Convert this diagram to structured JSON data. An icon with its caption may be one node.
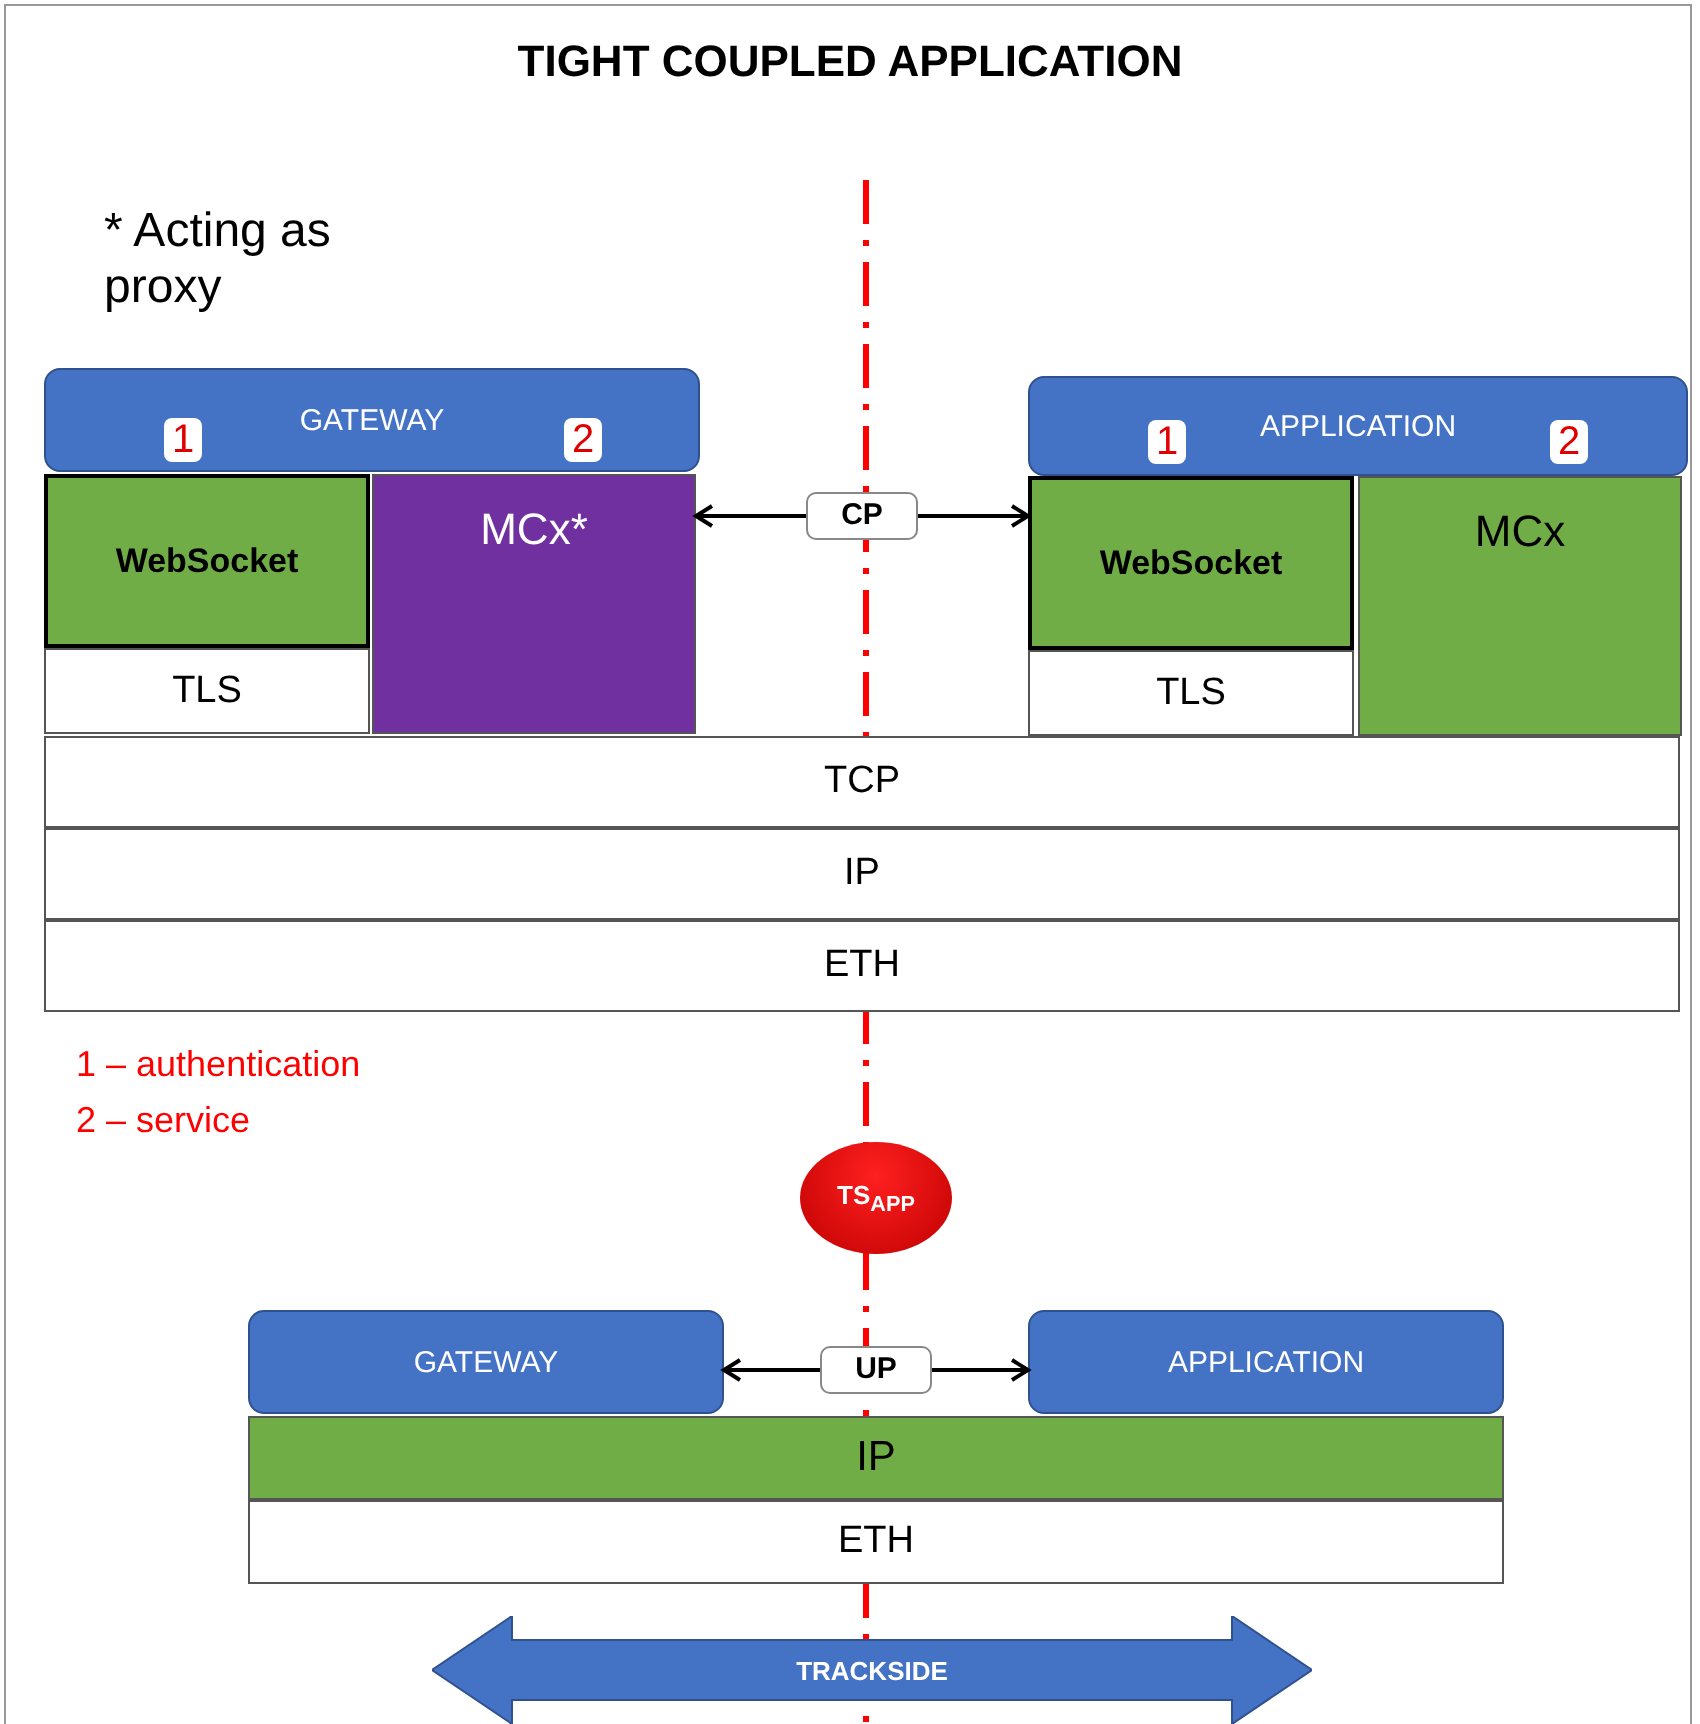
{
  "diagram": {
    "title": "TIGHT COUPLED APPLICATION",
    "nodes": [
      {
        "text": [
          "GATEWAY"
        ]
      },
      {
        "text": [
          "WebSocket"
        ],
        "beside": [
          "1"
        ]
      },
      {
        "text": [
          "MCx*"
        ],
        "beside": [
          "2"
        ]
      },
      {
        "text": [
          "TLS"
        ]
      },
      {
        "text": [
          "APPLICATION"
        ]
      },
      {
        "text": [
          "WebSocket"
        ],
        "beside": [
          "1"
        ]
      },
      {
        "text": [
          "MCx"
        ],
        "beside": [
          "2"
        ]
      },
      {
        "text": [
          "TLS"
        ]
      },
      {
        "text": [
          "TCP"
        ]
      },
      {
        "text": [
          "IP"
        ]
      },
      {
        "text": [
          "ETH"
        ]
      },
      {
        "text": [
          "TS$_{APP}$"
        ]
      },
      {
        "text": [
          "GATEWAY"
        ]
      },
      {
        "text": [
          "APPLICATION"
        ]
      },
      {
        "text": [
          "IP"
        ]
      },
      {
        "text": [
          "ETH"
        ]
      },
      {
        "text": [
          "TRACKSIDE"
        ]
      }
    ],
    "edges": [
      {
        "from": 2,
        "to": 5,
        "arrow": "both",
        "label": "CP"
      },
      {
        "from": 12,
        "to": 13,
        "arrow": "both",
        "label": "UP"
      }
    ],
    "labels": [
      "* Acting as proxy",
      "1 – authentication",
      "2 – service"
    ]
  }
}
